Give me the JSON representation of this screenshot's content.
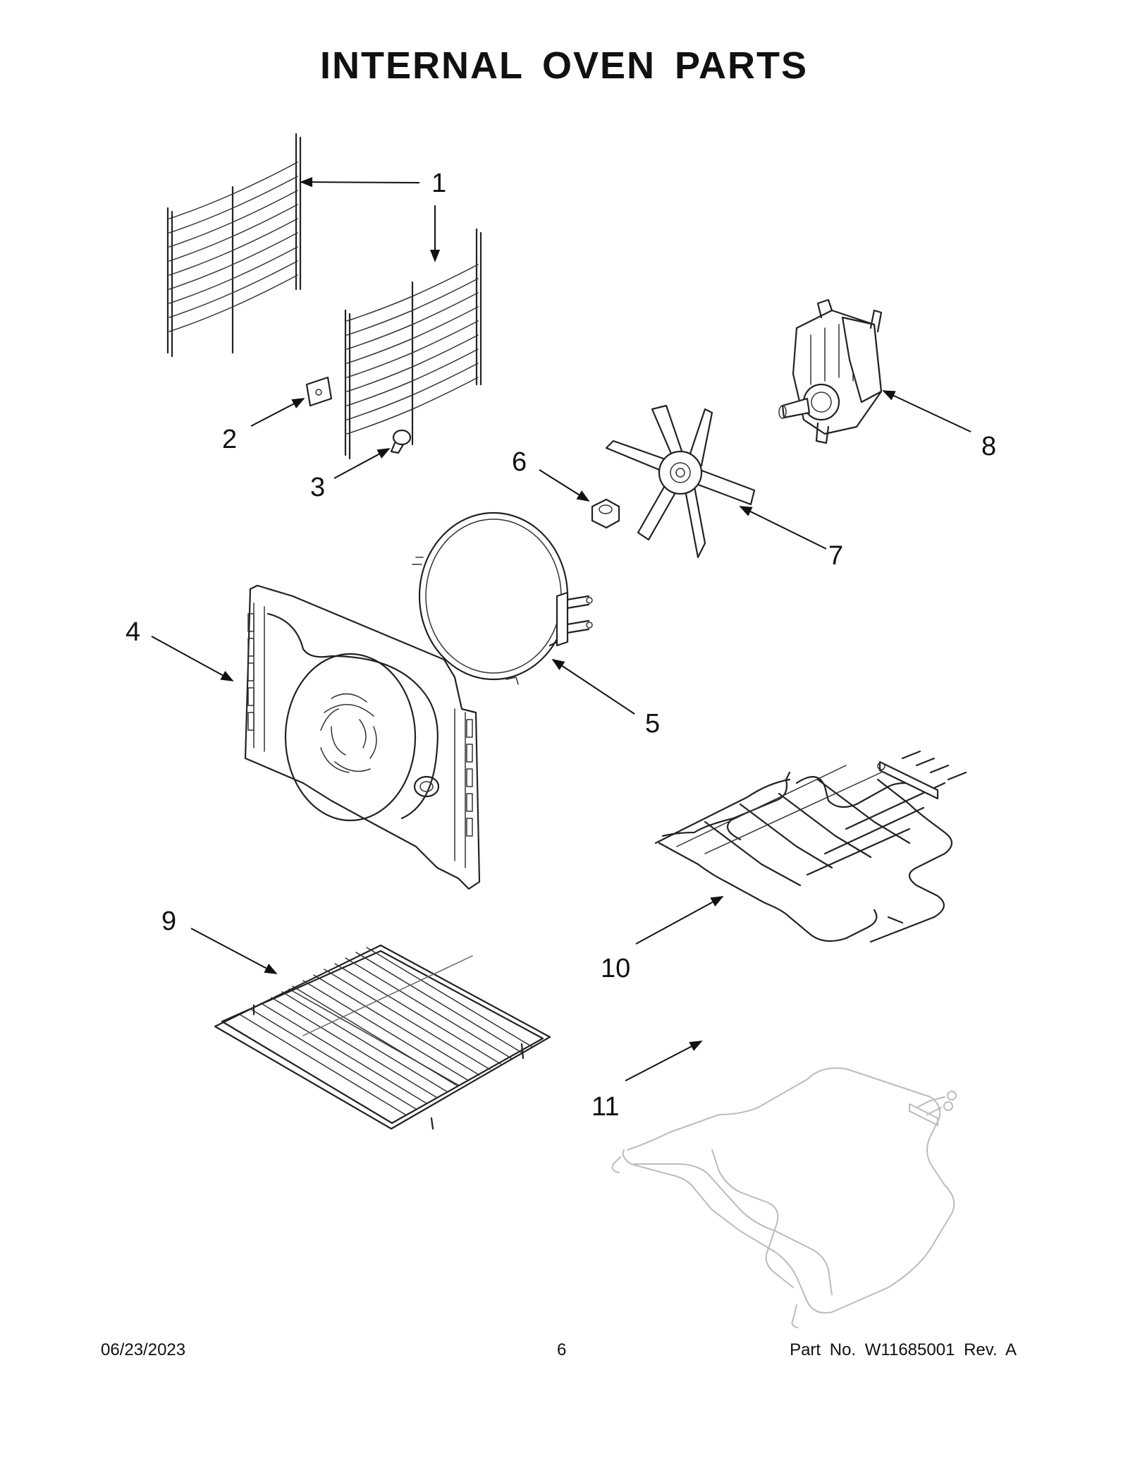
{
  "title": "INTERNAL OVEN PARTS",
  "callouts": [
    "1",
    "2",
    "3",
    "4",
    "5",
    "6",
    "7",
    "8",
    "9",
    "10",
    "11"
  ],
  "footer": {
    "date": "06/23/2023",
    "page": "6",
    "part_number": "Part No.  W11685001  Rev.  A"
  }
}
